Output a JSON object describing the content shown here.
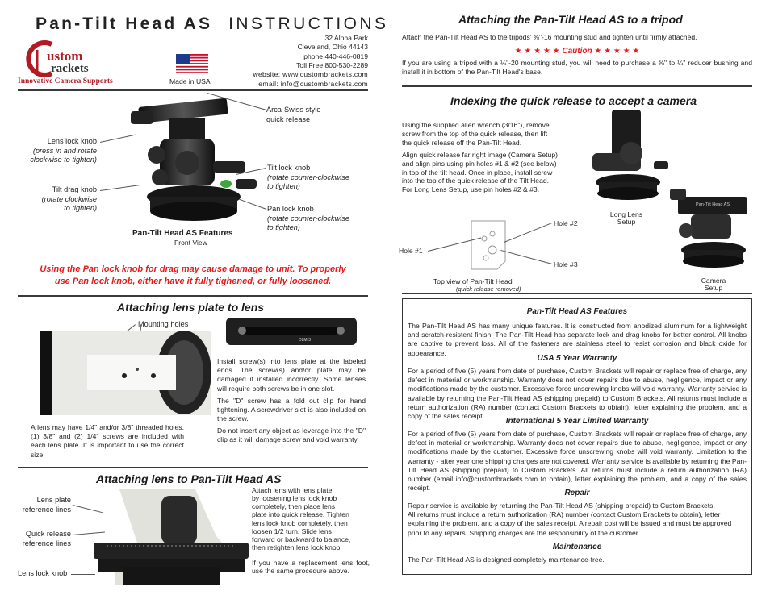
{
  "header": {
    "title_bold": "Pan-Tilt Head AS",
    "title_light": "INSTRUCTIONS",
    "logo_top": "ustom",
    "logo_bottom": "rackets",
    "logo_tagline": "Innovative Camera Supports",
    "made_in": "Made in USA",
    "address": [
      "32 Alpha Park",
      "Cleveland, Ohio 44143",
      "phone 440-446-0819",
      "Toll Free 800-530-2289",
      "website: www.custombrackets.com",
      "email: info@custombrackets.com"
    ]
  },
  "features_fig": {
    "arca": [
      "Arca-Swiss style",
      "quick release"
    ],
    "lens_lock": "Lens lock knob",
    "lens_lock_note": [
      "(press in and rotate",
      "clockwise to tighten)"
    ],
    "tilt_lock": "Tilt lock knob",
    "tilt_lock_note": [
      "(rotate counter-clockwise",
      "to tighten)"
    ],
    "tilt_drag": "Tilt drag knob",
    "tilt_drag_note": [
      "(rotate clockwise",
      "to tighten)"
    ],
    "pan_lock": "Pan lock knob",
    "pan_lock_note": [
      "(rotate counter-clockwise",
      "to tighten)"
    ],
    "caption": "Pan-Tilt Head AS Features",
    "caption_sub": "Front View"
  },
  "warning": [
    "Using the Pan lock knob for drag may cause damage to unit. To properly",
    "use Pan lock knob, either have it fully tighened, or fully loosened."
  ],
  "lens_plate": {
    "heading": "Attaching lens plate to lens",
    "mounting_holes": "Mounting holes",
    "left_text": "A lens may have 1/4\" and/or 3/8\" threaded holes. (1) 3/8\" and (2) 1/4\" screws are included with each lens plate. It is important to use the correct size.",
    "right_p1": "Install screw(s) into lens plate at the labeled ends. The screw(s) and/or plate may be damaged if installed incorrectly. Some lenses will require both screws be in one slot.",
    "right_p2": "The \"D\" screw has a fold out clip for hand tightening. A screwdriver slot is also included on the screw.",
    "right_p3": "Do not insert any object as leverage into the \"D\" clip as it will damage screw and void warranty.",
    "plate_label": "DLM-3"
  },
  "lens_to_head": {
    "heading": "Attaching lens to Pan-Tilt Head AS",
    "plate_ref": [
      "Lens plate",
      "reference lines"
    ],
    "qr_ref": [
      "Quick release",
      "reference lines"
    ],
    "lens_lock": "Lens lock knob",
    "text_p1": [
      "Attach lens with lens plate",
      "by loosening lens lock knob",
      "completely, then place lens",
      "plate into quick release. Tighten",
      "lens lock knob completely, then",
      "loosen 1/2 turn.  Slide lens",
      "forward or backward to balance,",
      "then retighten lens lock knob."
    ],
    "text_p2": "If you have a replacement lens foot, use the same procedure above."
  },
  "tripod": {
    "heading": "Attaching the Pan-Tilt Head AS to a tripod",
    "text": "Attach the Pan-Tilt Head AS to the tripods' ⅜\"-16 mounting stud and tighten until firmly attached.",
    "caution": "★ ★ ★ ★ ★ Caution ★ ★ ★ ★ ★",
    "caution_text": "If you are using a tripod with a ¼\"-20 mounting stud, you will need to purchase a ⅜\" to ¼\" reducer bushing and install it in bottom of the Pan-Tilt Head's base."
  },
  "indexing": {
    "heading": "Indexing the quick release to accept a camera",
    "p1": [
      "Using the supplied allen wrench (3/16\"), remove",
      "screw from the top of the quick release, then lift",
      "the quick release off the Pan-Tilt Head."
    ],
    "p2": [
      "Align quick release far right image (Camera Setup)",
      "and align pins using pin holes #1 & #2 (see below)",
      "in top of the tilt head.  Once in place, install screw",
      "into the top of the quick release of the Tilt Head.",
      "For Long Lens Setup, use pin holes #2 & #3."
    ],
    "long_lens": [
      "Long Lens",
      "Setup"
    ],
    "camera_setup": [
      "Camera",
      "Setup"
    ],
    "hole1": "Hole #1",
    "hole2": "Hole #2",
    "hole3": "Hole #3",
    "top_view": "Top view of Pan-Tilt Head",
    "top_view_sub": "(quick release removed)",
    "plate_label": "Pan-Tilt Head AS"
  },
  "box": {
    "s1_title": "Pan-Tilt Head AS Features",
    "s1_text": "The Pan-Tilt Head AS has many unique features. It is constructed from anodized aluminum for a lightweight and scratch-resistent finish.  The Pan-Tilt Head has separate lock and drag knobs for better control.  All knobs are captive to prevent loss.  All of the fasteners are stainless steel to resist corrosion and black oxide for appearance.",
    "s2_title": "USA 5 Year Warranty",
    "s2_text": "For a period of five (5) years from date of purchase, Custom Brackets will repair or replace free of charge, any defect in material or workmanship. Warranty does not cover repairs due to abuse, negligence, impact or any modifications made by the customer.  Excessive force unscrewing knobs will void warranty.  Warranty service is available by returning the Pan-Tilt Head AS (shipping prepaid) to Custom Brackets.  All returns must include a return authorization (RA) number (contact Custom Brackets to obtain), letter explaining the problem, and a copy of the sales receipt.",
    "s3_title": "International 5 Year Limited Warranty",
    "s3_text": "For a period of five (5) years from date of purchase, Custom Brackets will repair or replace free of charge, any defect in material or workmanship. Warranty does not cover repairs due to abuse, negligence, impact or any modifications made by the customer.  Excessive force unscrewing knobs will void warranty.  Limitation to the warranty - after year one shipping charges are not covered.  Warranty service is available by returning the Pan-Tilt Head AS (shipping prepaid) to Custom Brackets.  All returns must include a return authorization (RA) number (email info@custombrackets.com to obtain), letter explaining the problem, and a copy of the sales receipt.",
    "s4_title": "Repair",
    "s4_lines": [
      "Repair service is available by returning the Pan-Tilt Head AS (shipping prepaid) to Custom Brackets.",
      "All returns must include a return authorization (RA) number (contact Custom Brackets to obtain), letter",
      "explaining the problem, and a copy of the sales receipt.  A repair cost will be issued and must be approved",
      "prior to any repairs.  Shipping charges are the responsibility of the customer."
    ],
    "s5_title": "Maintenance",
    "s5_text": "The Pan-Tilt Head AS is designed completely maintenance-free."
  }
}
